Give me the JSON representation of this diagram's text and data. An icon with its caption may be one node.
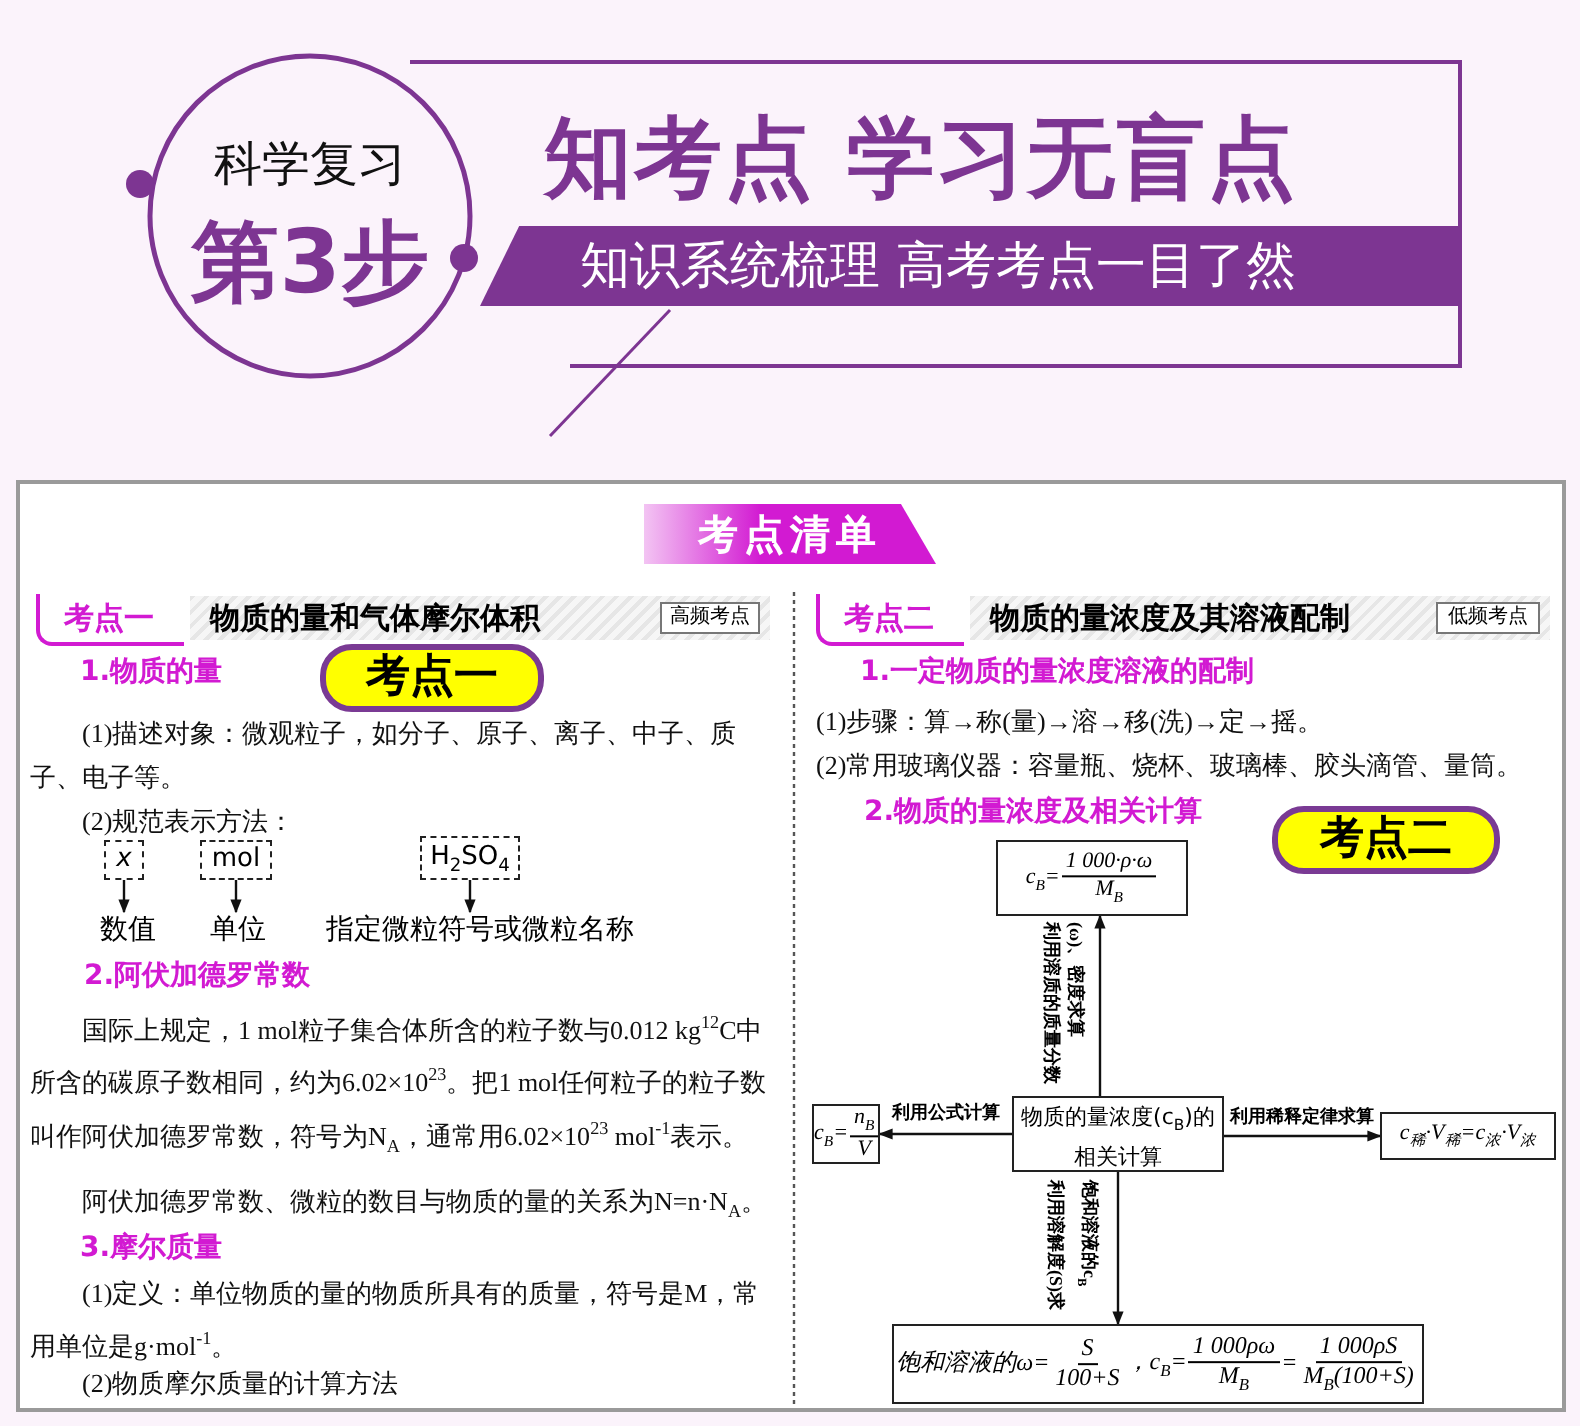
{
  "diagram": {
    "title": "知考点 学习无盲点",
    "nodes": [
      {
        "text": [
          "科学复习",
          "第3步"
        ]
      },
      {
        "text": [
          "知识系统梳理 高考考点一目了然"
        ]
      },
      {
        "text": [
          "考点清单"
        ]
      },
      {
        "text": [
          "高频考点"
        ]
      },
      {
        "text": [
          "考点一"
        ]
      },
      {
        "text": [
          "x"
        ]
      },
      {
        "text": [
          "mol"
        ]
      },
      {
        "text": [
          "H$_{2}$SO$_{4}$"
        ]
      },
      {
        "text": [
          "数值"
        ]
      },
      {
        "text": [
          "单位"
        ]
      },
      {
        "text": [
          "指定微粒符号或微粒名称"
        ]
      },
      {
        "text": [
          "低频考点"
        ]
      },
      {
        "text": [
          "考点二"
        ]
      },
      {
        "text": [
          "物质的量浓度(c$_{B}$)的相关计算"
        ]
      },
      {
        "text": [
          "c$_{B}$=",
          "1 000·ρ·ω",
          "M$_{B}$"
        ]
      },
      {
        "text": [
          "c$_{B}$=",
          "n$_{B}$",
          "V"
        ]
      },
      {
        "text": [
          "c$_{稀}$·V$_{稀}$=c$_{浓}$·V$_{浓}$"
        ]
      },
      {
        "text": [
          "饱和溶液的ω=",
          "S",
          "100+S",
          "，c$_{B}$=",
          "1 000ρω",
          "M$_{B}$",
          "=",
          "1 000ρS",
          "M$_{B}$(100+S)"
        ]
      }
    ],
    "edges": [
      {
        "from": 5,
        "to": 8,
        "arrow": "to"
      },
      {
        "from": 6,
        "to": 9,
        "arrow": "to"
      },
      {
        "from": 7,
        "to": 10,
        "arrow": "to"
      },
      {
        "from": 13,
        "to": 14,
        "arrow": "to",
        "label": "利用溶质的质量分数(ω)、密度求算"
      },
      {
        "from": 13,
        "to": 15,
        "arrow": "to",
        "label": "利用公式计算"
      },
      {
        "from": 13,
        "to": 16,
        "arrow": "to",
        "label": "利用稀释定律求算"
      },
      {
        "from": 13,
        "to": 17,
        "arrow": "to",
        "label": "利用溶解度(S)求饱和溶液的c$_{B}$"
      }
    ],
    "labels": [
      "考点一",
      "物质的量和气体摩尔体积",
      "1.物质的量",
      "(1)描述对象：微观粒子，如分子、原子、离子、中子、质子、电子等。",
      "(2)规范表示方法：",
      "2.阿伏加德罗常数",
      "国际上规定，1 mol粒子集合体所含的粒子数与0.012 kg$^{12}$C中所含的碳原子数相同，约为6.02×10$^{23}$。把1 mol任何粒子的粒子数叫作阿伏加德罗常数，符号为N$_{A}$，通常用6.02×10$^{23}$ mol$^{-1}$表示。",
      "阿伏加德罗常数、微粒的数目与物质的量的关系为N=n·N$_{A}$。",
      "3.摩尔质量",
      "(1)定义：单位物质的量的物质所具有的质量，符号是M，常用单位是g·mol$^{-1}$。",
      "(2)物质摩尔质量的计算方法",
      "考点二",
      "物质的量浓度及其溶液配制",
      "1.一定物质的量浓度溶液的配制",
      "(1)步骤：算→称(量)→溶→移(洗)→定→摇。",
      "(2)常用玻璃仪器：容量瓶、烧杯、玻璃棒、胶头滴管、量筒。",
      "2.物质的量浓度及相关计算"
    ]
  }
}
